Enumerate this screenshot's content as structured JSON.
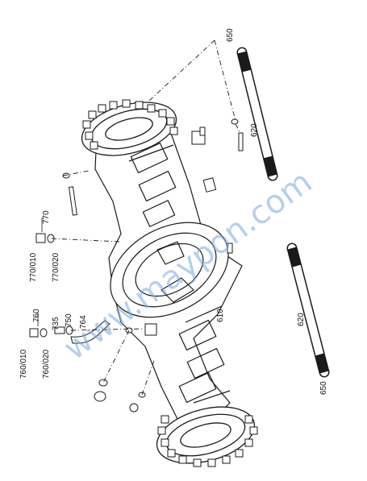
{
  "diagram": {
    "parts": [
      {
        "id": "p650a",
        "text": "650"
      },
      {
        "id": "p620a",
        "text": "620"
      },
      {
        "id": "p770",
        "text": "770"
      },
      {
        "id": "p770_010",
        "text": "770/010"
      },
      {
        "id": "p770_020",
        "text": "770/020"
      },
      {
        "id": "p760",
        "text": "760"
      },
      {
        "id": "p760_010",
        "text": "760/010"
      },
      {
        "id": "p760_020",
        "text": "760/020"
      },
      {
        "id": "p735",
        "text": "735"
      },
      {
        "id": "p750",
        "text": "750"
      },
      {
        "id": "p764",
        "text": "764"
      },
      {
        "id": "p610",
        "text": "610"
      },
      {
        "id": "p620b",
        "text": "620"
      },
      {
        "id": "p650b",
        "text": "650"
      }
    ],
    "watermark": "www.maypon.com"
  },
  "colors": {
    "line": "#1a1a1a",
    "watermark": "#7aa9dd"
  }
}
